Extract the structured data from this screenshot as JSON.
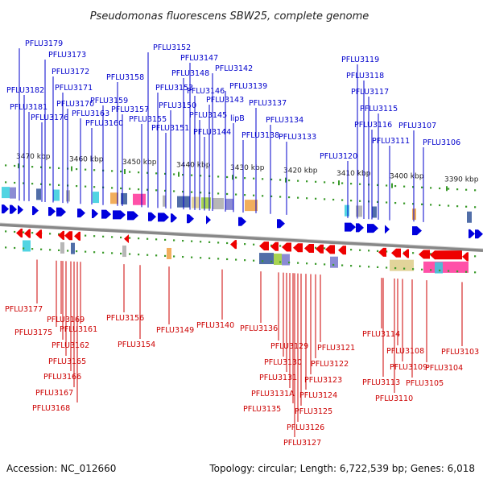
{
  "title": "Pseudomonas fluorescens SBW25, complete genome",
  "accession": "Accession: NC_012660",
  "topology": "Topology: circular; Length: 6,722,539 bp; Genes: 6,018",
  "colors": {
    "forward_strand": "#0000dd",
    "reverse_strand": "#ee0000",
    "forward_label": "#0000cc",
    "reverse_label": "#cc0000",
    "backbone": "#888888",
    "dot": "#3a9a2a"
  },
  "scale_ticks": [
    "3470 kbp",
    "3460 kbp",
    "3450 kbp",
    "3440 kbp",
    "3430 kbp",
    "3420 kbp",
    "3410 kbp",
    "3400 kbp",
    "3390 kbp"
  ],
  "forward_labels": [
    "PFLU3179",
    "PFLU3173",
    "PFLU3172",
    "PFLU3182",
    "PFLU3171",
    "PFLU3181",
    "PFLU3170",
    "PFLU3176",
    "PFLU3163",
    "PFLU3160",
    "PFLU3159",
    "PFLU3158",
    "PFLU3157",
    "PFLU3155",
    "PFLU3153",
    "PFLU3152",
    "PFLU3151",
    "PFLU3150",
    "PFLU3148",
    "PFLU3147",
    "PFLU3146",
    "PFLU3145",
    "PFLU3144",
    "PFLU3143",
    "PFLU3142",
    "lipB",
    "PFLU3139",
    "PFLU3138",
    "PFLU3137",
    "PFLU3134",
    "PFLU3133",
    "PFLU3120",
    "PFLU3119",
    "PFLU3118",
    "PFLU3117",
    "PFLU3116",
    "PFLU3115",
    "PFLU3111",
    "PFLU3107",
    "PFLU3106"
  ],
  "reverse_labels": [
    "PFLU3177",
    "PFLU3169",
    "PFLU3175",
    "PFLU3161",
    "PFLU3162",
    "PFLU3165",
    "PFLU3166",
    "PFLU3167",
    "PFLU3168",
    "PFLU3156",
    "PFLU3154",
    "PFLU3149",
    "PFLU3140",
    "PFLU3136",
    "PFLU3129",
    "PFLU3121",
    "PFLU3130",
    "PFLU3122",
    "PFLU3131",
    "PFLU3123",
    "PFLU3131A",
    "PFLU3124",
    "PFLU3135",
    "PFLU3125",
    "PFLU3126",
    "PFLU3127",
    "PFLU3114",
    "PFLU3108",
    "PFLU3109",
    "PFLU3113",
    "PFLU3104",
    "PFLU3105",
    "PFLU3110",
    "PFLU3103"
  ]
}
